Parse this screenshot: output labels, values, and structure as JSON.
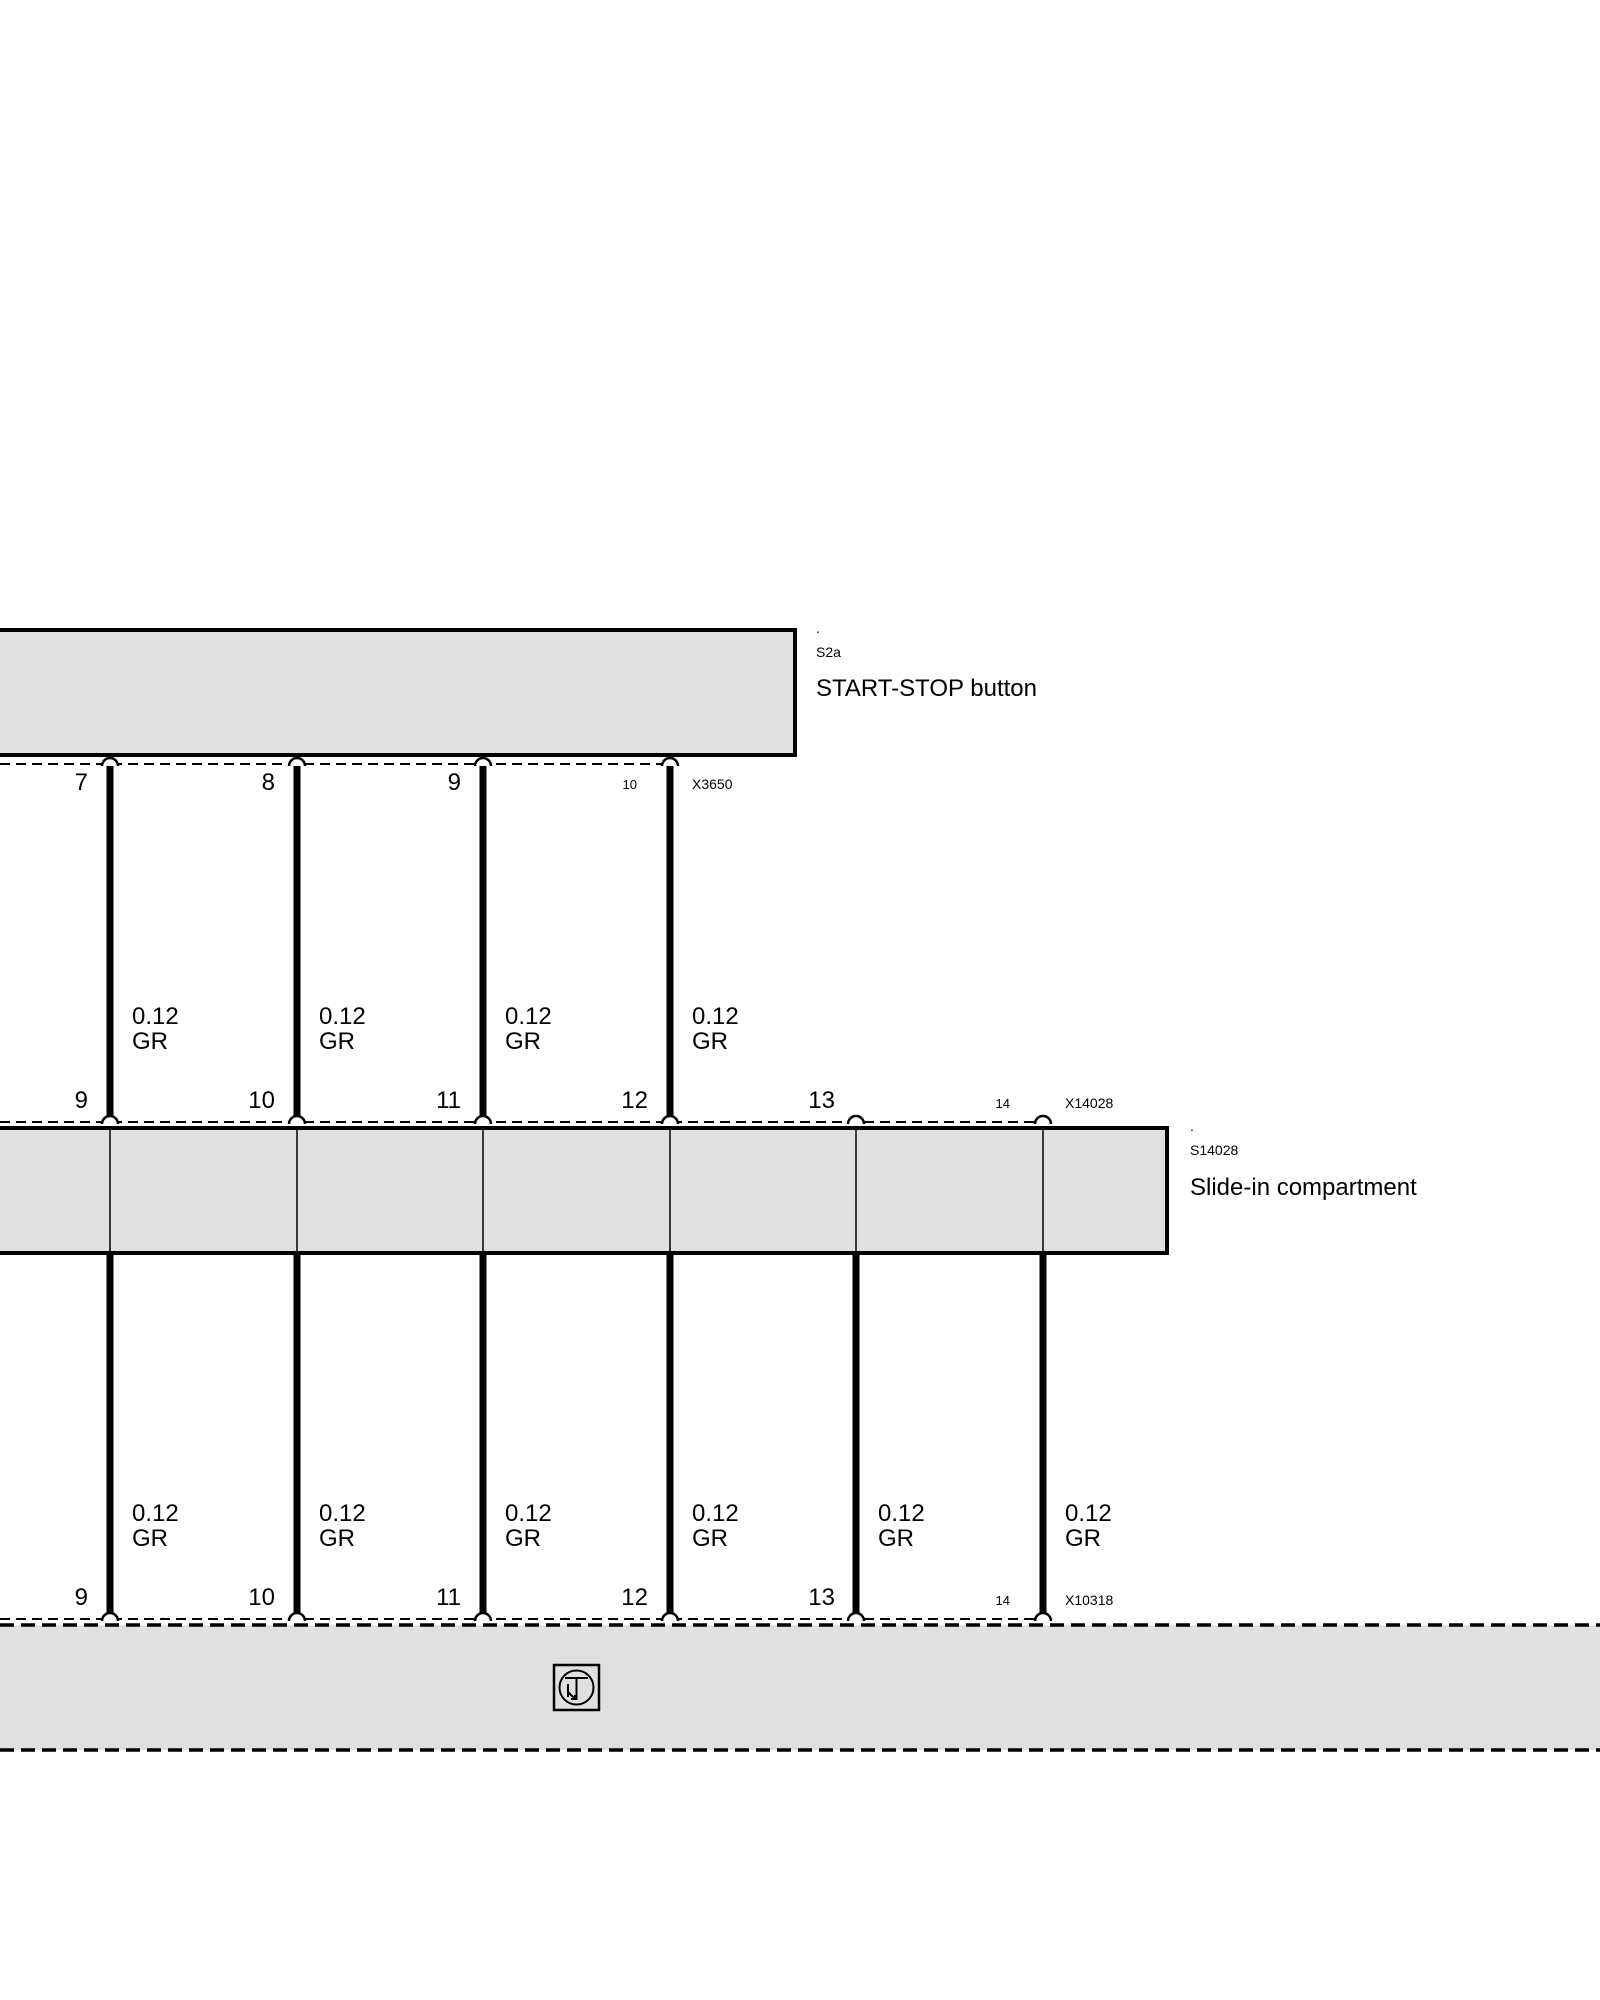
{
  "components": {
    "start_stop": {
      "dot": ".",
      "id": "S2a",
      "name": "START-STOP button"
    },
    "slide_in": {
      "dot": ".",
      "id": "S14028",
      "name": "Slide-in compartment"
    }
  },
  "connectors": {
    "top": {
      "id": "X3650",
      "pins": [
        "7",
        "8",
        "9",
        "10"
      ]
    },
    "middle": {
      "id": "X14028",
      "pins": [
        "9",
        "10",
        "11",
        "12",
        "13",
        "14"
      ]
    },
    "bottom": {
      "id": "X10318",
      "pins": [
        "9",
        "10",
        "11",
        "12",
        "13",
        "14"
      ]
    }
  },
  "wires": {
    "upper": [
      {
        "gauge": "0.12",
        "color": "GR"
      },
      {
        "gauge": "0.12",
        "color": "GR"
      },
      {
        "gauge": "0.12",
        "color": "GR"
      },
      {
        "gauge": "0.12",
        "color": "GR"
      }
    ],
    "lower": [
      {
        "gauge": "0.12",
        "color": "GR"
      },
      {
        "gauge": "0.12",
        "color": "GR"
      },
      {
        "gauge": "0.12",
        "color": "GR"
      },
      {
        "gauge": "0.12",
        "color": "GR"
      },
      {
        "gauge": "0.12",
        "color": "GR"
      },
      {
        "gauge": "0.12",
        "color": "GR"
      }
    ]
  },
  "icons": {
    "bottom_module": "transistor-control-icon"
  },
  "colors": {
    "component_fill": "#e0e0e0",
    "line": "#000000"
  }
}
